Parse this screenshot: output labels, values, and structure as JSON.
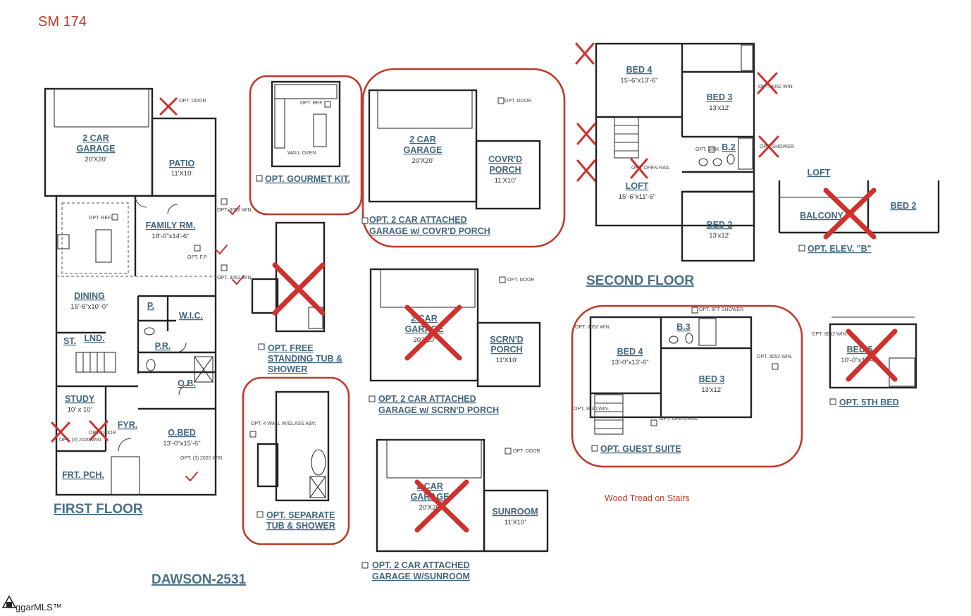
{
  "header": {
    "code": "SM 174",
    "plan_name": "DAWSON-2531",
    "note": "Wood Tread on Stairs",
    "logo_text": "ggarMLS™"
  },
  "floor_titles": {
    "first": "FIRST FLOOR",
    "second": "SECOND FLOOR"
  },
  "first_floor": {
    "garage": {
      "label1": "2 CAR",
      "label2": "GARAGE",
      "dim": "20'X20'"
    },
    "patio": {
      "label": "PATIO",
      "dim": "11'X10'"
    },
    "family": {
      "label": "FAMILY RM.",
      "dim": "18'-0\"x14'-6\""
    },
    "dining": {
      "label": "DINING",
      "dim": "15'-6\"x10'-0\""
    },
    "pantry": "P.",
    "wic": "W.I.C.",
    "st": "ST.",
    "lnd": "LND.",
    "pr": "P.R.",
    "ob": "O.B.",
    "study": {
      "label": "STUDY",
      "dim": "10' x 10'"
    },
    "fyr": "FYR.",
    "obed": {
      "label": "O.BED",
      "dim": "13'-0\"x15'-6\""
    },
    "frt_pch": "FRT. PCH.",
    "opt_door": "OPT. DOOR",
    "opt_ref": "OPT. REF",
    "opt_3052_a": "OPT. 3052 WIN.",
    "opt_fp": "OPT. F.P.",
    "opt_3052_b": "OPT. 3052 WIN.",
    "opt_2020_study": "OPT. (3) 2020 WIN.",
    "opt_2020_obed": "OPT. (3) 2020 WIN.",
    "opt_study_door": "OPT. DOOR"
  },
  "options": {
    "gourmet": {
      "label": "OPT. GOURMET KIT.",
      "opt_ref": "OPT. REF",
      "wall_oven": "WALL OVEN"
    },
    "garage_porch": {
      "label1": "2 CAR",
      "label2": "GARAGE",
      "dim": "20'X20'",
      "porch1": "COVR'D",
      "porch2": "PORCH",
      "porch_dim": "11'X10'",
      "opt_door": "OPT. DOOR",
      "caption1": "OPT. 2 CAR ATTACHED",
      "caption2": "GARAGE w/ COVR'D PORCH"
    },
    "tub_shower": {
      "caption1": "OPT. FREE",
      "caption2": "STANDING TUB &",
      "caption3": "SHOWER"
    },
    "scrn_porch": {
      "label1": "2 CAR",
      "label2": "GARAGE",
      "dim": "20'X20'",
      "porch1": "SCRN'D",
      "porch2": "PORCH",
      "porch_dim": "11'X10'",
      "opt_door": "OPT. DOOR",
      "caption1": "OPT. 2 CAR ATTACHED",
      "caption2": "GARAGE w/ SCRN'D PORCH"
    },
    "sep_tub": {
      "caption1": "OPT. SEPARATE",
      "caption2": "TUB & SHOWER",
      "wall_note": "OPT. 4 WALL W/GLASS ABV."
    },
    "sunroom": {
      "label1": "2 CAR",
      "label2": "GARAGE",
      "dim": "20'X20'",
      "room": "SUNROOM",
      "room_dim": "11'X10'",
      "opt_door": "OPT. DOOR",
      "caption1": "OPT. 2 CAR ATTACHED",
      "caption2": "GARAGE W/SUNROOM"
    }
  },
  "second_floor": {
    "bed4": {
      "label": "BED 4",
      "dim": "15'-6\"x13'-6\""
    },
    "bed3": {
      "label": "BED 3",
      "dim": "13'x12'"
    },
    "b2": "B.2",
    "loft": {
      "label": "LOFT",
      "dim": "15'-6\"x11'-6\""
    },
    "bed2": {
      "label": "BED 2",
      "dim": "13'x12'"
    },
    "opt_sink": "OPT. SINK",
    "opt_open_rail": "OPT. OPEN RAIL",
    "opt_win_a": "OPT. 3052 WIN.",
    "opt_shower": "OPT. SHOWER"
  },
  "elev_b": {
    "loft": "LOFT",
    "balcony": "BALCONY",
    "bed2": "BED 2",
    "caption": "OPT. ELEV. \"B\""
  },
  "guest_suite": {
    "bed4": {
      "label": "BED 4",
      "dim": "13'-0\"x13'-6\""
    },
    "b3": "B.3",
    "bed3": {
      "label": "BED 3",
      "dim": "13'x12'"
    },
    "opt_sft_shower": "OPT. 5FT SHOWER",
    "opt_3052_left": "OPT. 3052 WIN.",
    "opt_3052_right": "OPT. 3052 WIN.",
    "opt_3030": "OPT. 3030 WIN.",
    "opt_open_rail": "OPT. OPEN RAIL",
    "caption": "OPT. GUEST SUITE"
  },
  "fifth_bed": {
    "label": "BED 5",
    "dim": "10'-0\"x12'-0\"",
    "opt_win": "OPT. 3052 WIN.",
    "caption": "OPT. 5TH BED"
  },
  "colors": {
    "label_blue": "#41667c",
    "mark_red": "#d0312d",
    "wall": "#222222"
  }
}
